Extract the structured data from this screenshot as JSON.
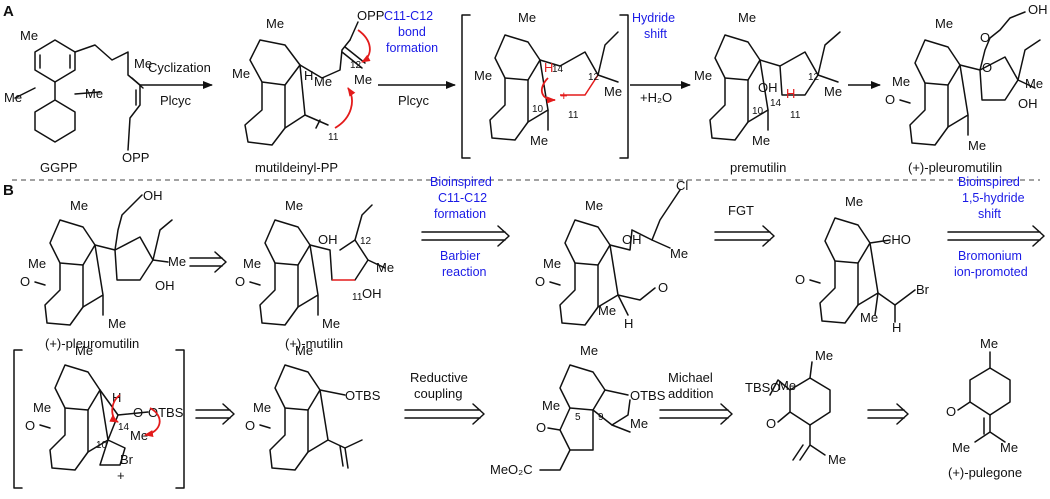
{
  "panels": {
    "a": "A",
    "b": "B"
  },
  "row_a": {
    "names": {
      "ggpp": "GGPP",
      "mutildeinyl": "mutildeinyl-PP",
      "premutilin": "premutilin",
      "pleuromutilin": "(+)-pleuromutilin"
    },
    "steps": {
      "s1_top": "Cyclization",
      "s1_bottom": "Plcyc",
      "s2_top1": "C11-C12",
      "s2_top2": "bond",
      "s2_top3": "formation",
      "s2_bottom": "Plcyc",
      "s3_top1": "Hydride",
      "s3_top2": "shift",
      "s3_bottom": "+H₂O"
    },
    "atoms": {
      "me": "Me",
      "opp": "OPP",
      "oh": "OH",
      "o": "O",
      "h": "H",
      "plus": "+",
      "n10": "10",
      "n11": "11",
      "n12": "12",
      "n14": "14"
    }
  },
  "row_b1": {
    "names": {
      "pleuromutilin": "(+)-pleuromutilin",
      "mutilin": "(+)-mutilin"
    },
    "steps": {
      "s1_top1": "Bioinspired",
      "s1_top2": "C11-C12",
      "s1_top3": "formation",
      "s1_bottom1": "Barbier",
      "s1_bottom2": "reaction",
      "s2_top": "FGT",
      "s3_top1": "Bioinspired",
      "s3_top2": "1,5-hydride",
      "s3_top3": "shift",
      "s3_bottom1": "Bromonium",
      "s3_bottom2": "ion-promoted"
    },
    "atoms": {
      "cl": "Cl",
      "cho": "CHO",
      "br": "Br",
      "me": "Me",
      "oh": "OH",
      "h": "H",
      "o": "O",
      "n11": "11",
      "n12": "12"
    }
  },
  "row_b2": {
    "names": {
      "pulegone": "(+)-pulegone"
    },
    "steps": {
      "s1_top1": "Reductive",
      "s1_top2": "coupling",
      "s2_top1": "Michael",
      "s2_top2": "addition"
    },
    "atoms": {
      "otbs": "OTBS",
      "tbso": "TBSO",
      "me": "Me",
      "br": "Br",
      "h": "H",
      "o": "O",
      "meo2c": "MeO₂C",
      "n5": "5",
      "n9": "9",
      "n10": "10",
      "n14": "14",
      "plus": "+"
    }
  },
  "colors": {
    "ink": "#111111",
    "blue": "#1a1ae6",
    "red": "#e31b1b"
  }
}
